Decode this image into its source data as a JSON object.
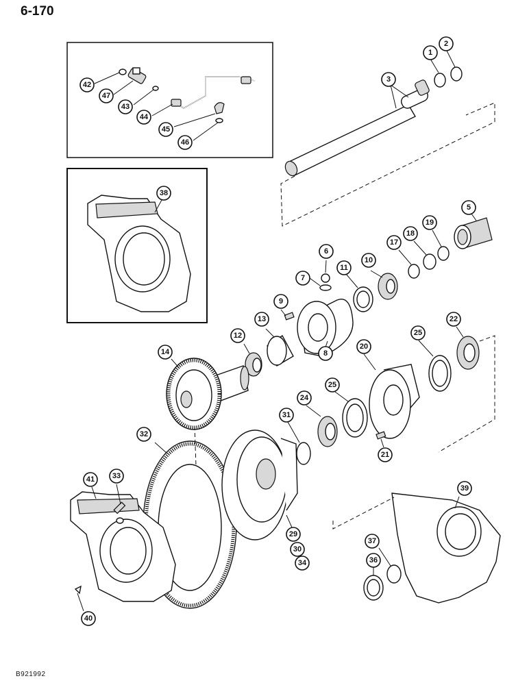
{
  "page_number": "6-170",
  "doc_code": "B921992",
  "callouts": [
    "1",
    "2",
    "3",
    "5",
    "6",
    "7",
    "8",
    "9",
    "10",
    "11",
    "12",
    "13",
    "14",
    "17",
    "18",
    "19",
    "20",
    "21",
    "22",
    "24",
    "25",
    "25",
    "29",
    "30",
    "31",
    "32",
    "33",
    "34",
    "36",
    "37",
    "38",
    "39",
    "40",
    "41",
    "42",
    "43",
    "44",
    "45",
    "46",
    "47"
  ],
  "inset_boxes": [
    "fitting-kit-inset",
    "shield-38-inset"
  ]
}
